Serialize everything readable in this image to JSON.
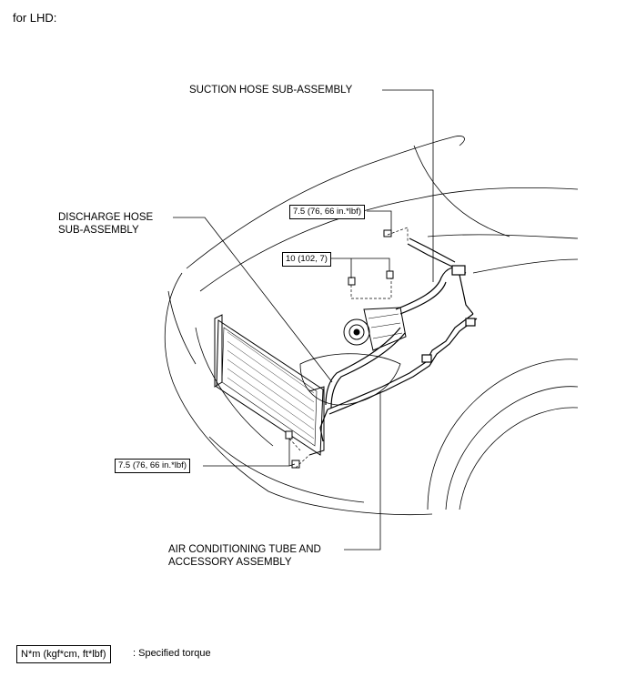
{
  "header": {
    "title": "for LHD:"
  },
  "labels": {
    "suction_hose": "SUCTION HOSE SUB-ASSEMBLY",
    "discharge_hose_line1": "DISCHARGE HOSE",
    "discharge_hose_line2": "SUB-ASSEMBLY",
    "ac_tube_line1": "AIR CONDITIONING TUBE AND",
    "ac_tube_line2": "ACCESSORY ASSEMBLY"
  },
  "torques": {
    "upper_bolt": "7.5 (76, 66 in.*lbf)",
    "compressor_bolts": "10 (102, 7)",
    "lower_bolt": "7.5 (76, 66 in.*lbf)"
  },
  "legend": {
    "unit_box": "N*m (kgf*cm, ft*lbf)",
    "description": ": Specified torque"
  }
}
